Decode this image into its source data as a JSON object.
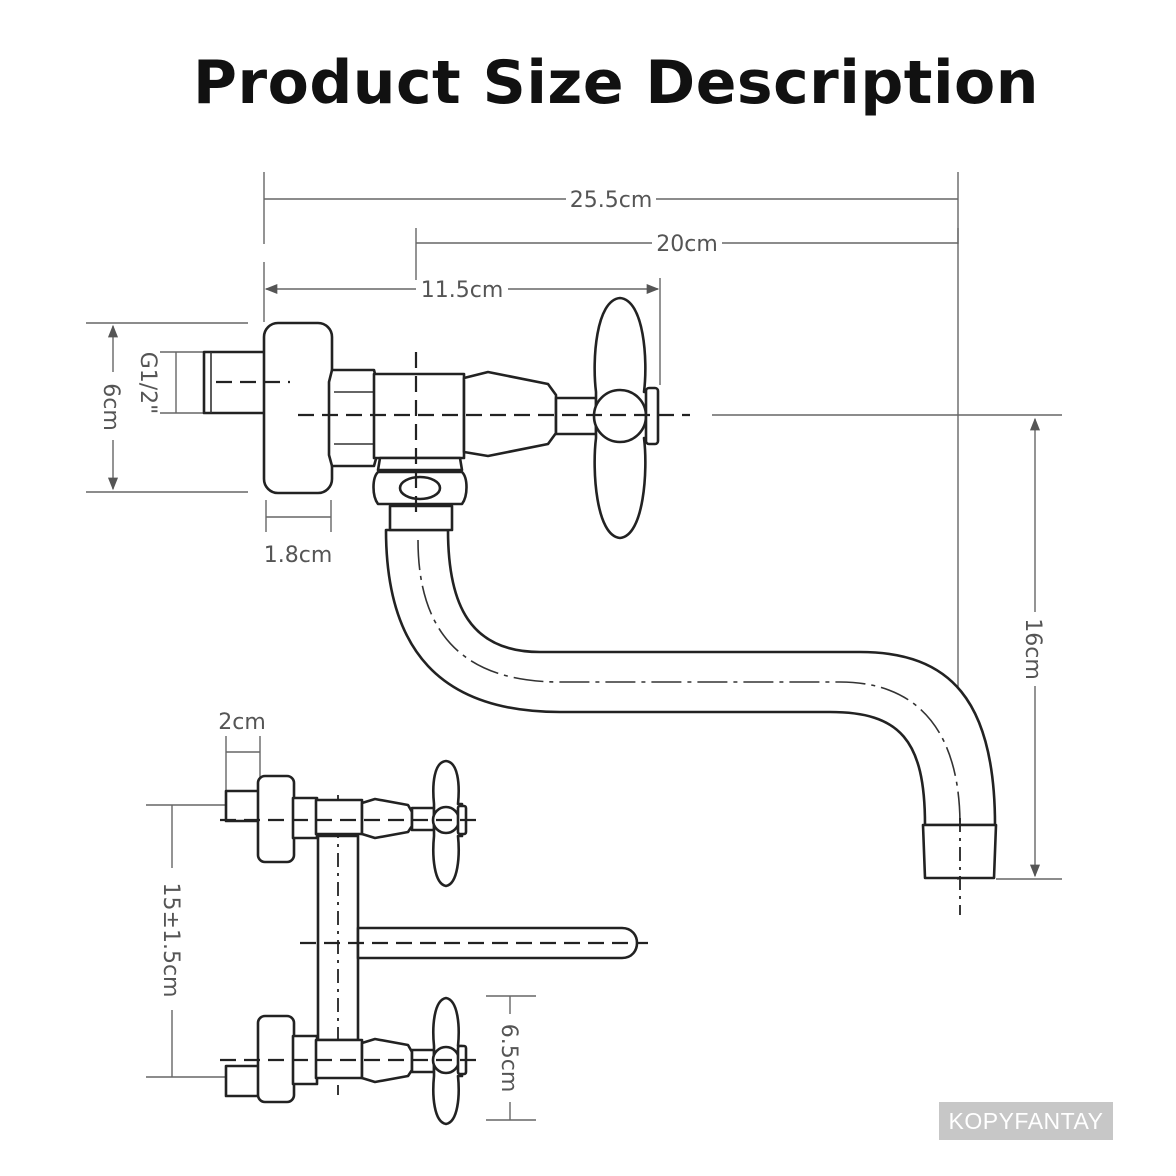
{
  "title": "Product Size Description",
  "dimensions": {
    "total_length": "25.5cm",
    "spout_reach": "20cm",
    "body_length": "11.5cm",
    "thread": "G1/2\"",
    "flange_height": "6cm",
    "flange_depth": "1.8cm",
    "spout_height": "16cm",
    "inlet_length": "2cm",
    "center_distance": "15±1.5cm",
    "handle_offset": "6.5cm"
  },
  "watermark": "KOPYFANTAY"
}
